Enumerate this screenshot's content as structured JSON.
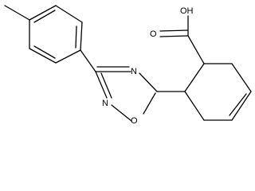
{
  "molecule": {
    "colors": {
      "bond": "#000000",
      "background": "#ffffff"
    },
    "atom_labels": {
      "hydroxyl": "OH",
      "carbonyl_oxygen": "O",
      "oxadiazole_n_top": "N",
      "oxadiazole_n_bottom": "N",
      "oxadiazole_o": "O"
    }
  }
}
